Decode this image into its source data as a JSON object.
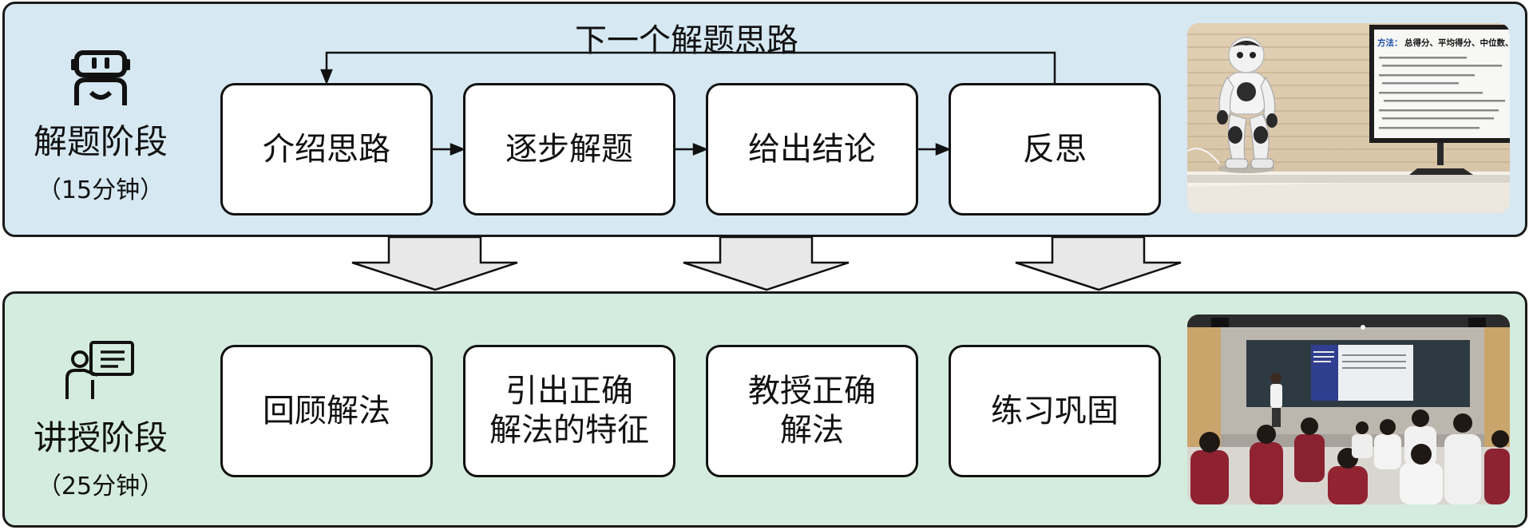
{
  "top": {
    "phase_title": "解题阶段",
    "phase_duration": "（15分钟）",
    "loop_label": "下一个解题思路",
    "steps": [
      "介绍思路",
      "逐步解题",
      "给出结论",
      "反思"
    ],
    "photo_screen": {
      "title_prefix": "方法：",
      "title": "总得分、平均得分、中位数、众数和"
    }
  },
  "bottom": {
    "phase_title": "讲授阶段",
    "phase_duration": "（25分钟）",
    "steps": [
      "回顾解法",
      "引出正确\n解法的特征",
      "教授正确\n解法",
      "练习巩固"
    ]
  },
  "icons": {
    "top": "robot-icon",
    "bottom": "teacher-presentation-icon"
  },
  "colors": {
    "top_panel": "#d6e8f2",
    "bottom_panel": "#d4ecdf",
    "transition_arrow": "#e8e8e8"
  }
}
